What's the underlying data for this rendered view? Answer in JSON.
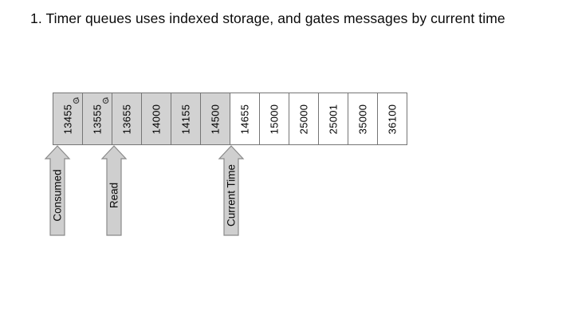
{
  "title": "1. Timer queues uses indexed storage, and gates messages by current time",
  "colors": {
    "shaded_cell": "#d2d2d2",
    "white_cell": "#ffffff",
    "cell_border": "#757575",
    "arrow_fill": "#cfcfcf",
    "arrow_border": "#8a8a8a",
    "text": "#0a0a0a"
  },
  "queue": {
    "cells": [
      {
        "value": "13455",
        "shaded": true,
        "timer_icon": true
      },
      {
        "value": "13555",
        "shaded": true,
        "timer_icon": true
      },
      {
        "value": "13655",
        "shaded": true,
        "timer_icon": false
      },
      {
        "value": "14000",
        "shaded": true,
        "timer_icon": false
      },
      {
        "value": "14155",
        "shaded": true,
        "timer_icon": false
      },
      {
        "value": "14500",
        "shaded": true,
        "timer_icon": false
      },
      {
        "value": "14655",
        "shaded": false,
        "timer_icon": false
      },
      {
        "value": "15000",
        "shaded": false,
        "timer_icon": false
      },
      {
        "value": "25000",
        "shaded": false,
        "timer_icon": false
      },
      {
        "value": "25001",
        "shaded": false,
        "timer_icon": false
      },
      {
        "value": "35000",
        "shaded": false,
        "timer_icon": false
      },
      {
        "value": "36100",
        "shaded": false,
        "timer_icon": false
      }
    ]
  },
  "pointers": [
    {
      "label": "Consumed",
      "points_at": "13455"
    },
    {
      "label": "Read",
      "points_at": "13555|13655 boundary"
    },
    {
      "label": "Current Time",
      "points_at": "14500|14655 boundary"
    }
  ]
}
